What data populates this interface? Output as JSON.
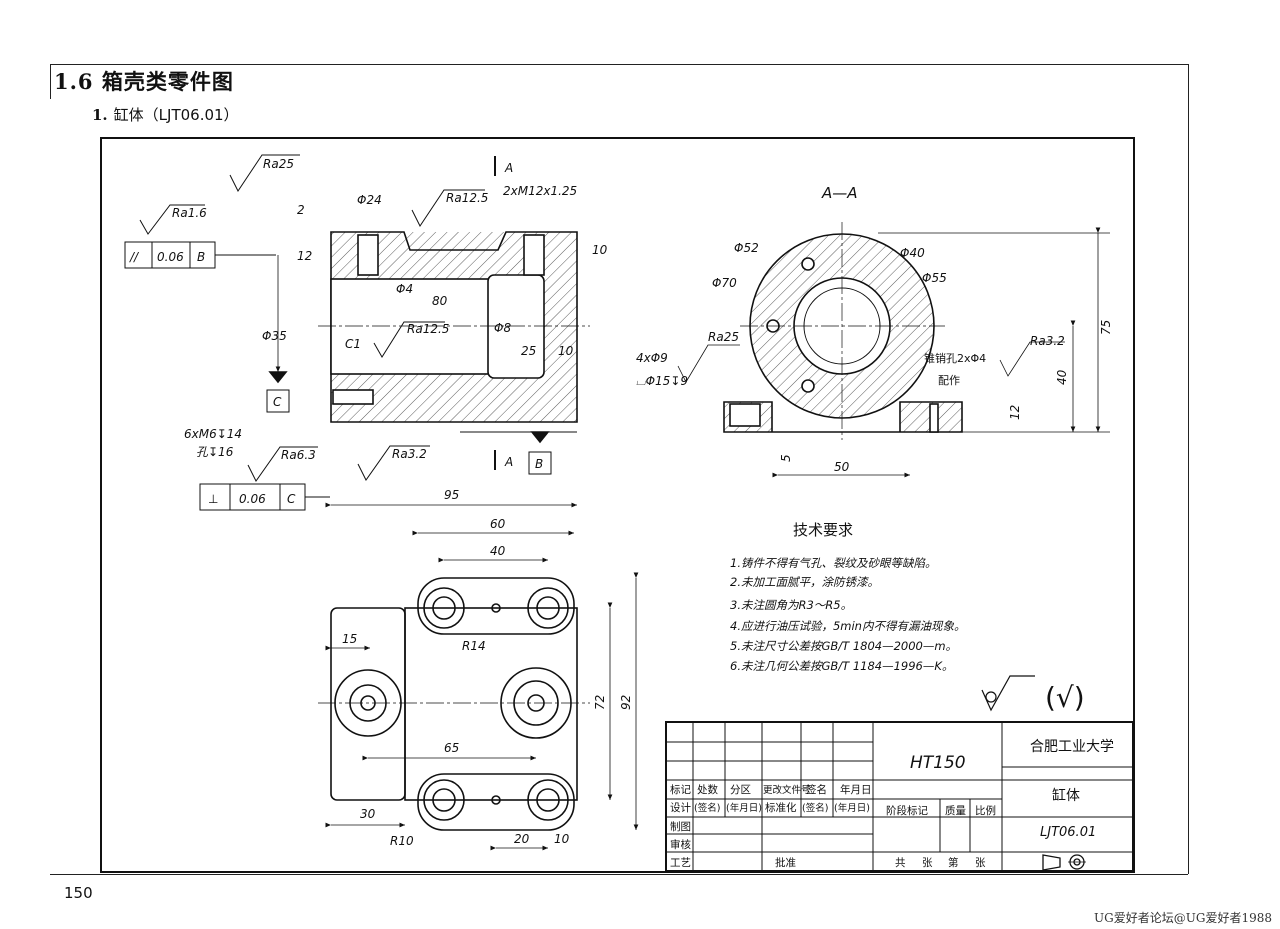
{
  "heading": "1.6   箱壳类零件图",
  "subheading": {
    "number": "1.",
    "title": "缸体（LJT06.01）"
  },
  "page_number": "150",
  "watermark": "UG爱好者论坛@UG爱好者1988",
  "front_view": {
    "section_marks": [
      "A",
      "A"
    ],
    "roughness": [
      "Ra25",
      "Ra1.6",
      "Ra12.5",
      "Ra12.5",
      "Ra6.3",
      "Ra3.2"
    ],
    "dimensions": [
      "Φ24",
      "2xM12x1.25",
      "2",
      "12",
      "10",
      "Φ4",
      "80",
      "Φ35",
      "Φ8",
      "25",
      "10",
      "C1",
      "95"
    ],
    "thread_note": [
      "6xM6↧14",
      "孔↧16"
    ],
    "parallel_tolerance": {
      "symbol": "//",
      "value": "0.06",
      "datum": "B"
    },
    "perp_tolerance": {
      "symbol": "⊥",
      "value": "0.06",
      "datum": "C"
    },
    "datum_c": "C",
    "datum_b": "B"
  },
  "section_view": {
    "title": "A—A",
    "dimensions": [
      "Φ52",
      "Φ40",
      "Φ70",
      "Φ55",
      "75",
      "40",
      "12",
      "5",
      "50"
    ],
    "roughness": [
      "Ra25",
      "Ra3.2"
    ],
    "hole_note": [
      "4xΦ9",
      "⌴Φ15↧9"
    ],
    "pin_note": [
      "锥销孔2xΦ4",
      "配作"
    ]
  },
  "top_view": {
    "dimensions": [
      "60",
      "40",
      "15",
      "R14",
      "72",
      "92",
      "65",
      "30",
      "R10",
      "20",
      "10"
    ]
  },
  "tech_requirements": {
    "title": "技术要求",
    "items": [
      "1.铸件不得有气孔、裂纹及砂眼等缺陷。",
      "2.未加工面腻平，涂防锈漆。",
      "3.未注圆角为R3～R5。",
      "4.应进行油压试验，5min内不得有漏油现象。",
      "5.未注尺寸公差按GB/T 1804—2000—m。",
      "6.未注几何公差按GB/T 1184—1996—K。"
    ],
    "roughness_symbol": "(√)"
  },
  "title_block": {
    "material": "HT150",
    "school": "合肥工业大学",
    "part_name": "缸体",
    "drawing_no": "LJT06.01",
    "row_labels": [
      "标记",
      "处数",
      "分区",
      "更改文件号",
      "签名",
      "年月日"
    ],
    "row2": [
      "设计",
      "(签名)",
      "(年月日)",
      "标准化",
      "(签名)",
      "(年月日)"
    ],
    "left_labels": [
      "制图",
      "审核",
      "工艺"
    ],
    "approve": "批准",
    "stage_labels": [
      "阶段标记",
      "质量",
      "比例"
    ],
    "sheet": [
      "共",
      "张",
      "第",
      "张"
    ]
  }
}
